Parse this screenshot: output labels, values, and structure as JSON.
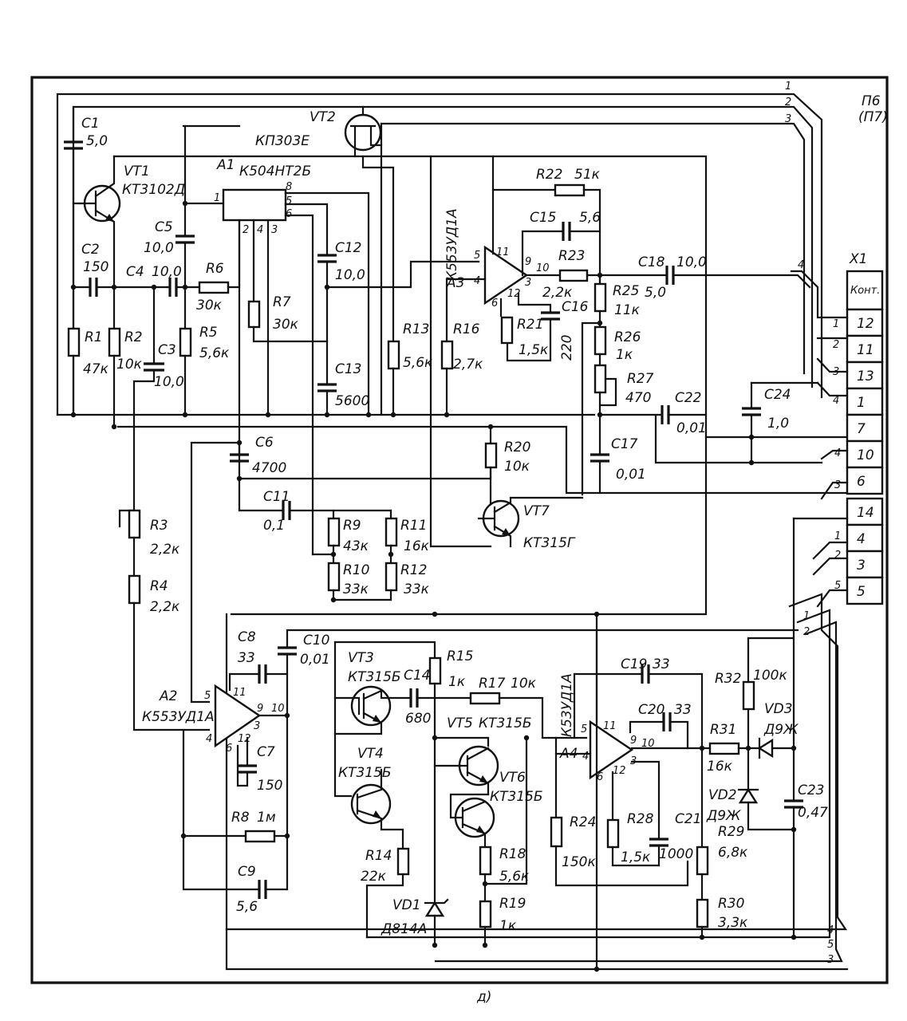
{
  "board": {
    "id": "П6",
    "alt_id": "(П7)",
    "figure_label": "д)"
  },
  "connector": {
    "id": "X1",
    "header": "Конт.",
    "pins": [
      "12",
      "11",
      "13",
      "1",
      "7",
      "10",
      "6",
      "14",
      "4",
      "3",
      "5"
    ],
    "bus_wires": [
      "1",
      "2",
      "3",
      "4",
      "1",
      "2",
      "3",
      "4",
      "5",
      "1",
      "2",
      "3",
      "4",
      "5"
    ]
  },
  "components": {
    "c1": {
      "ref": "C1",
      "value": "5,0"
    },
    "vt1": {
      "ref": "VT1",
      "type": "КТ3102Д"
    },
    "vt2": {
      "ref": "VT2",
      "type": "КП303Е"
    },
    "a1": {
      "ref": "A1",
      "type": "К504НТ2Б",
      "pins": [
        "1",
        "8",
        "5",
        "6",
        "2",
        "4",
        "3"
      ]
    },
    "c2": {
      "ref": "C2",
      "value": "150"
    },
    "c4": {
      "ref": "C4",
      "value": "10,0"
    },
    "c5": {
      "ref": "C5",
      "value": "10,0"
    },
    "r6": {
      "ref": "R6",
      "value": "30к"
    },
    "r7": {
      "ref": "R7",
      "value": "30к"
    },
    "c12": {
      "ref": "C12",
      "value": "10,0"
    },
    "r1": {
      "ref": "R1",
      "value": "47к"
    },
    "r2": {
      "ref": "R2",
      "value": "10к"
    },
    "c3": {
      "ref": "C3",
      "value": "10,0"
    },
    "r5": {
      "ref": "R5",
      "value": "5,6к"
    },
    "c13": {
      "ref": "C13",
      "value": "5600"
    },
    "a3": {
      "ref": "A3",
      "type": "К553УД1А",
      "pins": [
        "5",
        "4",
        "11",
        "9",
        "10",
        "3",
        "6",
        "12"
      ]
    },
    "r22": {
      "ref": "R22",
      "value": "51к"
    },
    "c15": {
      "ref": "C15",
      "value": "5,6"
    },
    "r23": {
      "ref": "R23",
      "value": "2,2к"
    },
    "c16": {
      "ref": "C16",
      "value": "220"
    },
    "r21": {
      "ref": "R21",
      "value": "1,5к"
    },
    "r13": {
      "ref": "R13",
      "value": "5,6к"
    },
    "r16": {
      "ref": "R16",
      "value": "2,7к"
    },
    "c18": {
      "ref": "C18",
      "value": "5,0",
      "value2": "10,0"
    },
    "r25": {
      "ref": "R25",
      "value": "11к"
    },
    "r26": {
      "ref": "R26",
      "value": "1к"
    },
    "r27": {
      "ref": "R27",
      "value": "470"
    },
    "c22": {
      "ref": "C22",
      "value": "0,01"
    },
    "c24": {
      "ref": "C24",
      "value": "1,0"
    },
    "c6": {
      "ref": "C6",
      "value": "4700"
    },
    "r20": {
      "ref": "R20",
      "value": "10к"
    },
    "c17": {
      "ref": "C17",
      "value": "0,01"
    },
    "c11": {
      "ref": "C11",
      "value": "0,1"
    },
    "r9": {
      "ref": "R9",
      "value": "43к"
    },
    "r11": {
      "ref": "R11",
      "value": "16к"
    },
    "r10": {
      "ref": "R10",
      "value": "33к"
    },
    "r12": {
      "ref": "R12",
      "value": "33к"
    },
    "vt7": {
      "ref": "VT7",
      "type": "КТ315Г"
    },
    "r3": {
      "ref": "R3",
      "value": "2,2к"
    },
    "r4": {
      "ref": "R4",
      "value": "2,2к"
    },
    "c8": {
      "ref": "C8",
      "value": "33"
    },
    "c10": {
      "ref": "C10",
      "value": "0,01"
    },
    "a2": {
      "ref": "A2",
      "type": "К553УД1А",
      "pins": [
        "5",
        "11",
        "9",
        "10",
        "4",
        "6",
        "12",
        "3"
      ]
    },
    "c7": {
      "ref": "C7",
      "value": "150"
    },
    "r8": {
      "ref": "R8",
      "value": "1м"
    },
    "c9": {
      "ref": "C9",
      "value": "5,6"
    },
    "vt3": {
      "ref": "VT3",
      "type": "КТ315Б"
    },
    "c14": {
      "ref": "C14",
      "value": "680"
    },
    "r15": {
      "ref": "R15",
      "value": "1к"
    },
    "r17": {
      "ref": "R17",
      "value": "10к"
    },
    "vt4": {
      "ref": "VT4",
      "type": "КТ315Б"
    },
    "vt5": {
      "ref": "VT5",
      "type": "КТ315Б"
    },
    "vt6": {
      "ref": "VT6",
      "type": "КТ315Б"
    },
    "r14": {
      "ref": "R14",
      "value": "22к"
    },
    "vd1": {
      "ref": "VD1",
      "type": "Д814А"
    },
    "r18": {
      "ref": "R18",
      "value": "5,6к"
    },
    "r19": {
      "ref": "R19",
      "value": "1к"
    },
    "a4": {
      "ref": "A4",
      "type": "К53УД1А",
      "pins": [
        "5",
        "4",
        "11",
        "9",
        "10",
        "3",
        "6",
        "12"
      ]
    },
    "c19": {
      "ref": "C19",
      "value": "33"
    },
    "c20": {
      "ref": "C20",
      "value": "33"
    },
    "r24": {
      "ref": "R24",
      "value": "150к"
    },
    "r28": {
      "ref": "R28",
      "value": "1,5к"
    },
    "c21": {
      "ref": "C21",
      "value": "1000"
    },
    "r31": {
      "ref": "R31",
      "value": "16к"
    },
    "r32": {
      "ref": "R32",
      "value": "100к"
    },
    "vd3": {
      "ref": "VD3",
      "type": "Д9Ж"
    },
    "vd2": {
      "ref": "VD2",
      "type": "Д9Ж"
    },
    "c23": {
      "ref": "C23",
      "value": "0,47"
    },
    "r29": {
      "ref": "R29",
      "value": "6,8к"
    },
    "r30": {
      "ref": "R30",
      "value": "3,3к"
    }
  }
}
